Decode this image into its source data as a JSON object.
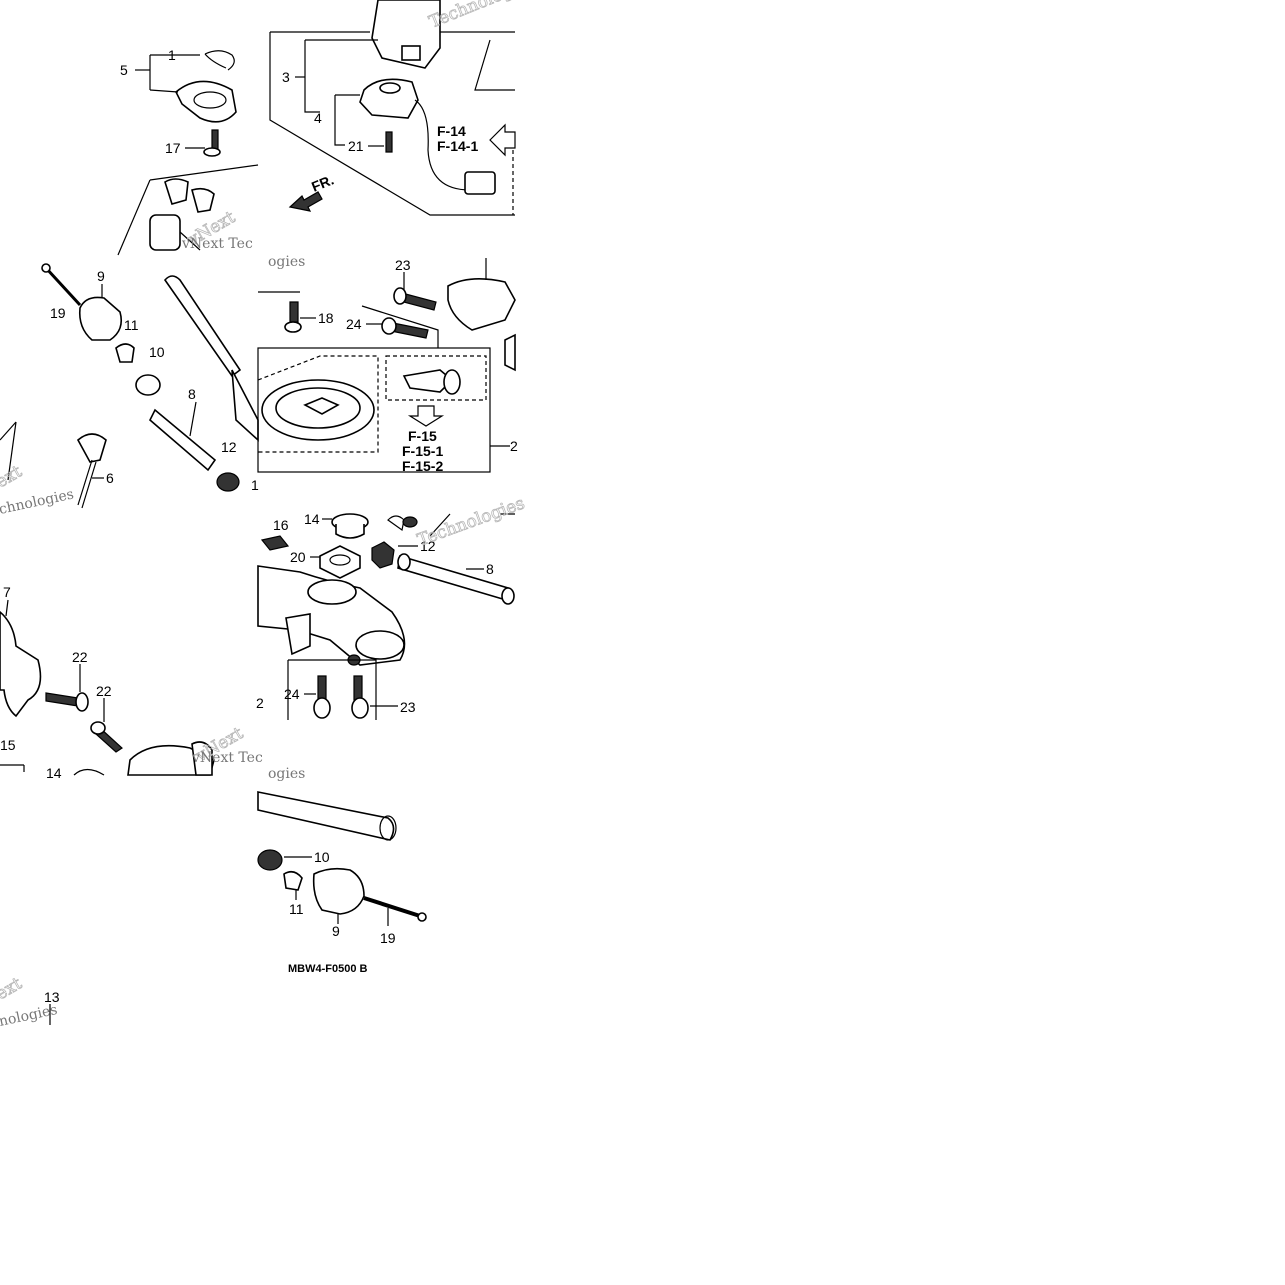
{
  "diagram_code": "MBW4-F0500 B",
  "forward_label": "FR.",
  "references": {
    "ignition": [
      "F-14",
      "F-14-1"
    ],
    "fuel_cap": [
      "F-15",
      "F-15-1",
      "F-15-2"
    ]
  },
  "callouts": {
    "panel_a": {
      "c1": "1",
      "c5": "5",
      "c17": "17"
    },
    "panel_b": {
      "c3": "3",
      "c4": "4",
      "c21": "21"
    },
    "panel_c": {
      "c19": "19",
      "c9": "9",
      "c11": "11",
      "c10": "10",
      "c8": "8",
      "c6": "6",
      "c12": "12",
      "c1": "1"
    },
    "panel_d": {
      "c23": "23",
      "c18": "18",
      "c24": "24",
      "c2": "2"
    },
    "panel_e": {
      "c7": "7",
      "c22a": "22",
      "c22b": "22",
      "c15": "15",
      "c14": "14",
      "c13": "13"
    },
    "panel_f": {
      "c16": "16",
      "c14": "14",
      "c20": "20",
      "c12": "12",
      "c8": "8",
      "c2": "2",
      "c24": "24",
      "c23": "23"
    },
    "panel_g": {
      "c10": "10",
      "c11": "11",
      "c9": "9",
      "c19": "19"
    }
  },
  "watermarks": {
    "brand_a": "vNext",
    "brand_b": "Technologies",
    "fragment_text": "vNext Tec",
    "fragment_ogies": "ogies",
    "fragment_ext": "ext",
    "fragment_chnologies": "chnologies",
    "fragment_nologies": "nologies"
  }
}
